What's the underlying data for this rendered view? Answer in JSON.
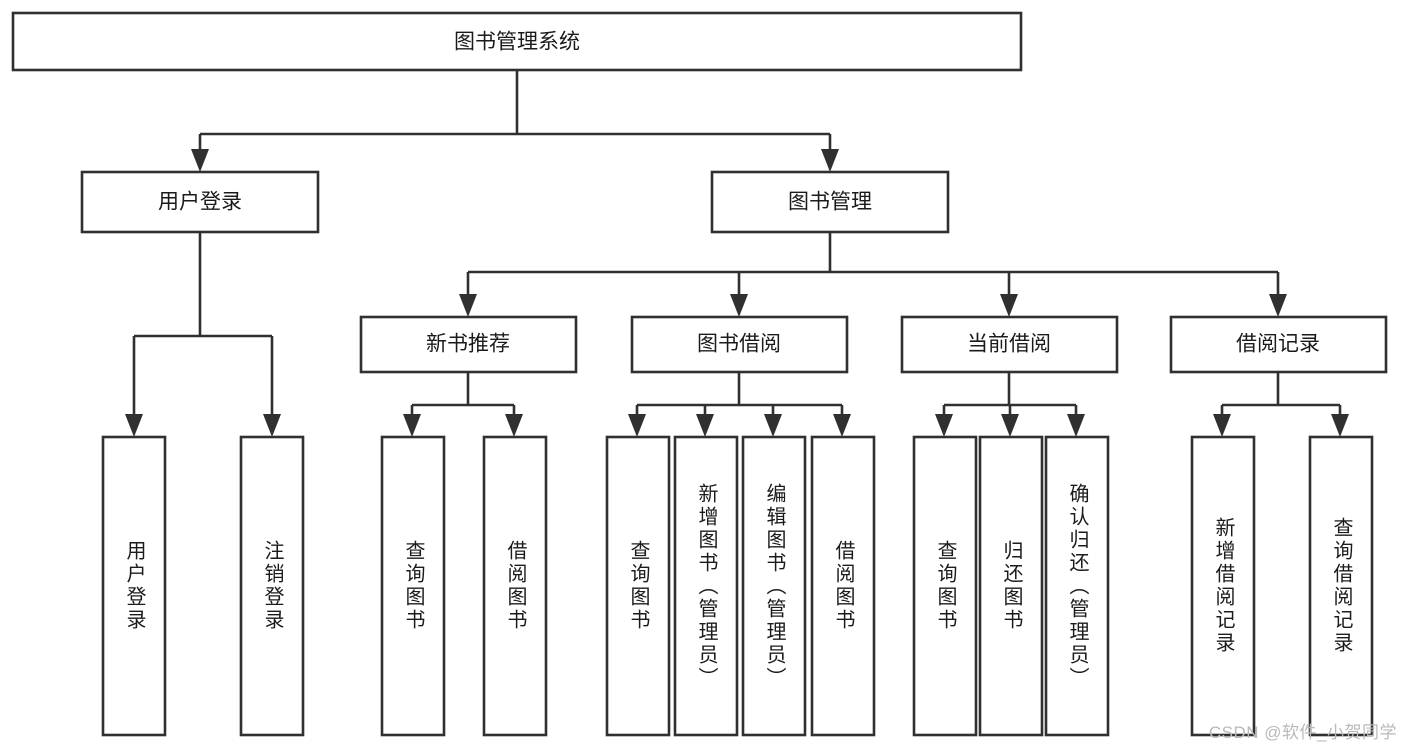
{
  "diagram": {
    "type": "tree",
    "title": "图书管理系统",
    "orientation": "top-down",
    "style": {
      "box_fill": "#ffffff",
      "box_stroke": "#303030",
      "text_color": "#1b1b1b",
      "watermark_color": "#b9b9b9",
      "background": "#ffffff"
    },
    "root": {
      "label": "图书管理系统",
      "id": "root-book-management-system"
    },
    "level2": [
      {
        "id": "user-login",
        "label": "用户登录"
      },
      {
        "id": "book-management",
        "label": "图书管理"
      }
    ],
    "level3": [
      {
        "id": "new-book-recommend",
        "label": "新书推荐",
        "parent": "book-management"
      },
      {
        "id": "book-borrow",
        "label": "图书借阅",
        "parent": "book-management"
      },
      {
        "id": "current-borrow",
        "label": "当前借阅",
        "parent": "book-management"
      },
      {
        "id": "borrow-record",
        "label": "借阅记录",
        "parent": "book-management"
      }
    ],
    "leaves": [
      {
        "id": "leaf-user-login",
        "label": "用户登录",
        "parent": "user-login"
      },
      {
        "id": "leaf-logout-login",
        "label": "注销登录",
        "parent": "user-login"
      },
      {
        "id": "leaf-query-book-1",
        "label": "查询图书",
        "parent": "new-book-recommend"
      },
      {
        "id": "leaf-borrow-book-1",
        "label": "借阅图书",
        "parent": "new-book-recommend"
      },
      {
        "id": "leaf-query-book-2",
        "label": "查询图书",
        "parent": "book-borrow"
      },
      {
        "id": "leaf-add-book-admin",
        "label": "新增图书（管理员）",
        "parent": "book-borrow"
      },
      {
        "id": "leaf-edit-book-admin",
        "label": "编辑图书（管理员）",
        "parent": "book-borrow"
      },
      {
        "id": "leaf-borrow-book-2",
        "label": "借阅图书",
        "parent": "book-borrow"
      },
      {
        "id": "leaf-query-book-3",
        "label": "查询图书",
        "parent": "current-borrow"
      },
      {
        "id": "leaf-return-book",
        "label": "归还图书",
        "parent": "current-borrow"
      },
      {
        "id": "leaf-confirm-return-admin",
        "label": "确认归还（管理员）",
        "parent": "current-borrow"
      },
      {
        "id": "leaf-add-borrow-record",
        "label": "新增借阅记录",
        "parent": "borrow-record"
      },
      {
        "id": "leaf-query-borrow-record",
        "label": "查询借阅记录",
        "parent": "borrow-record"
      }
    ],
    "watermark": "CSDN @软件_小贺同学"
  }
}
